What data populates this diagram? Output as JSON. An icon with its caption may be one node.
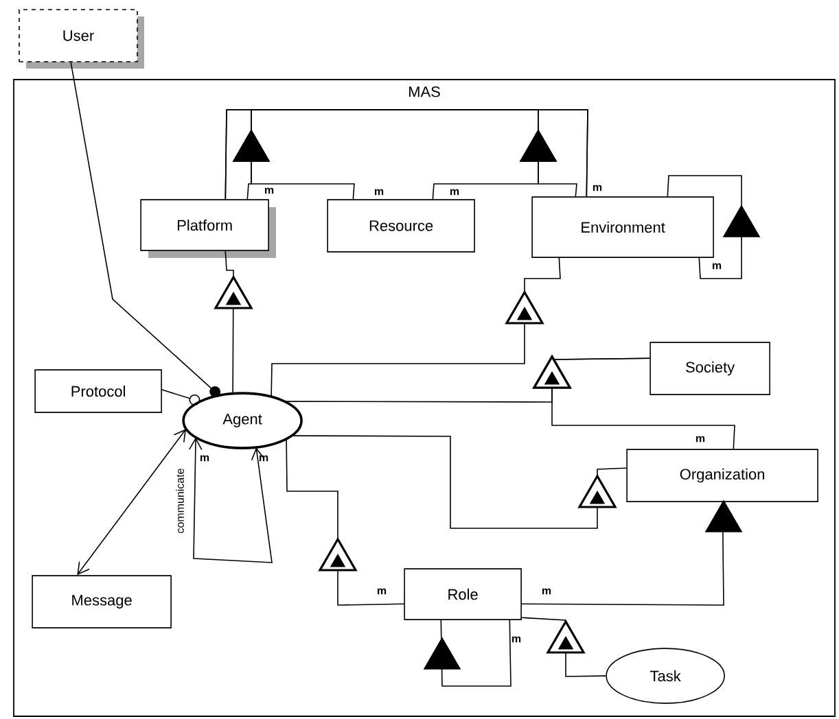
{
  "diagram": {
    "nodes": [
      {
        "text": [
          "MAS"
        ]
      },
      {
        "text": [
          "User"
        ]
      },
      {
        "text": [
          "Platform"
        ],
        "in": 0
      },
      {
        "text": [
          "Resource"
        ],
        "in": 0
      },
      {
        "text": [
          "Environment"
        ],
        "in": 0
      },
      {
        "text": [
          "Protocol"
        ],
        "in": 0
      },
      {
        "text": [
          "Agent"
        ],
        "in": 0
      },
      {
        "text": [
          "Society"
        ],
        "in": 0
      },
      {
        "text": [
          "Organization"
        ],
        "in": 0
      },
      {
        "text": [
          "Message"
        ],
        "in": 0
      },
      {
        "text": [
          "Role"
        ],
        "in": 0
      },
      {
        "text": [
          "Task"
        ],
        "in": 0
      }
    ],
    "edges": [
      {
        "from": 2,
        "to": 4,
        "arrow": "to"
      },
      {
        "from": 3,
        "to": 4,
        "arrow": "to"
      },
      {
        "from": 3,
        "to": 2,
        "arrow": "to"
      },
      {
        "from": 4,
        "to": 2,
        "arrow": "to"
      },
      {
        "from": 4,
        "to": 4,
        "arrow": "to"
      },
      {
        "from": 6,
        "to": 2,
        "arrow": "to"
      },
      {
        "from": 6,
        "to": 4,
        "arrow": "to"
      },
      {
        "from": 6,
        "to": 7,
        "arrow": "to"
      },
      {
        "from": 8,
        "to": 7,
        "arrow": "to"
      },
      {
        "from": 6,
        "to": 8,
        "arrow": "to"
      },
      {
        "from": 10,
        "to": 8,
        "arrow": "to"
      },
      {
        "from": 10,
        "to": 6,
        "arrow": "to"
      },
      {
        "from": 10,
        "to": 10,
        "arrow": "to"
      },
      {
        "from": 11,
        "to": 10,
        "arrow": "to"
      },
      {
        "from": 6,
        "to": 6,
        "arrow": "both",
        "label": "communicate"
      },
      {
        "from": 9,
        "to": 6,
        "arrow": "both"
      },
      {
        "from": 5,
        "to": 6,
        "arrow": "other"
      },
      {
        "from": 1,
        "to": 6,
        "arrow": "other"
      }
    ],
    "labels": [
      "m",
      "m",
      "m",
      "m",
      "m",
      "m",
      "m",
      "m",
      "m",
      "m",
      "m"
    ]
  }
}
